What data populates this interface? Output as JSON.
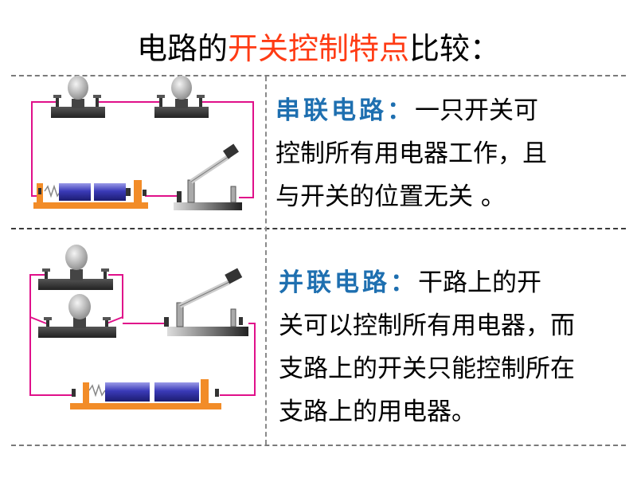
{
  "title": {
    "prefix": "电路的",
    "highlight": "开关控制特点",
    "suffix": "比较："
  },
  "series": {
    "label": "串联电路：",
    "line1": "一只开关可",
    "line2": "控制所有用电器工作，且",
    "line3": "与开关的位置无关 。"
  },
  "parallel": {
    "label": "并联电路：",
    "line1": "干路上的开",
    "line2": "关可以控制所有用电器，而",
    "line3": "支路上的开关只能控制所在",
    "line4": "支路上的用电器。"
  },
  "colors": {
    "title_highlight": "#ff3b14",
    "keyword": "#1e6fb0",
    "wire": "#e0108a",
    "battery": "#3a3ab8",
    "base": "#f28c28"
  },
  "icons": [
    "bulb-icon",
    "knife-switch-icon",
    "battery-icon"
  ]
}
